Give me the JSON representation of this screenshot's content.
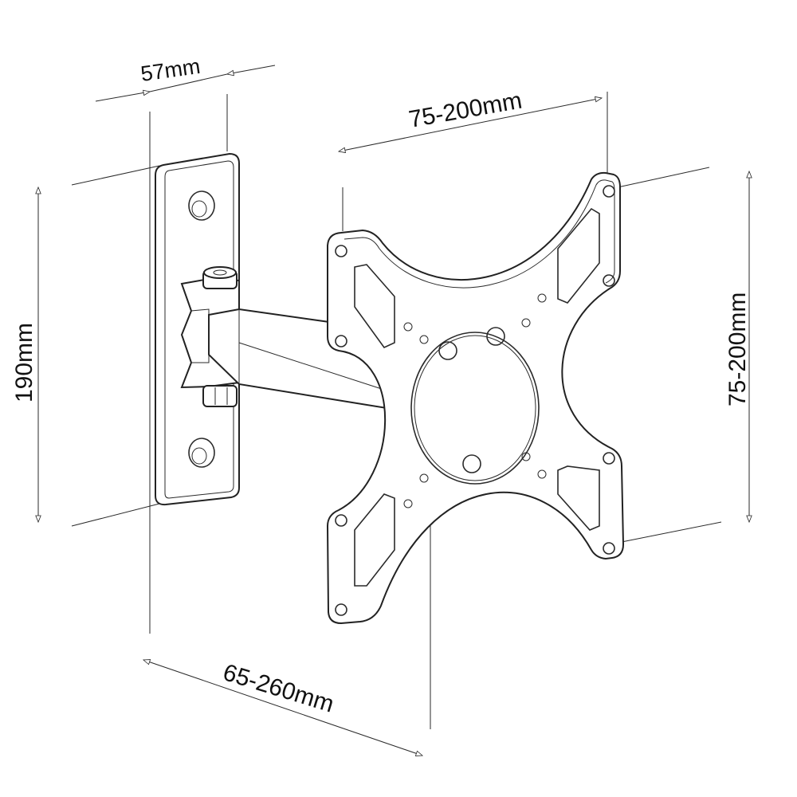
{
  "dimensions": {
    "wall_plate_depth": "57mm",
    "vesa_horizontal": "75-200mm",
    "vesa_vertical": "75-200mm",
    "wall_plate_height": "190mm",
    "extension": "65-260mm"
  },
  "colors": {
    "line": "#2a2a2a",
    "background": "#ffffff"
  }
}
